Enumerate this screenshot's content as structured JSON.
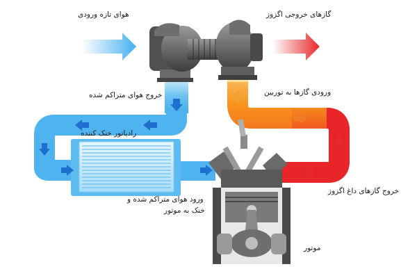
{
  "labels": {
    "fresh_air_intake": "هوای تازه ورودی",
    "exhaust_out": "گازهای خروجی اگزوز",
    "compressed_air_out": "خروج هوای متراکم شده",
    "gas_to_turbine": "ورودی گازها به توربین",
    "intercooler": "رادیاتور خنک کننده",
    "hot_exhaust_out": "خروج گازهای داغ اگزوز",
    "air_inlet_line1": "ورود هوای متراکم شده و",
    "air_inlet_line2": "خنک به موتور",
    "engine": "موتور"
  },
  "colors": {
    "cold_air": "#4fb3ef",
    "cold_air_light": "#bfe6fb",
    "hot_gas": "#e8262a",
    "hot_gas_warm": "#f7941d",
    "metal_dark": "#4a4a4a",
    "metal_mid": "#7b7b7b",
    "arrow_blue": "#1f6fd1",
    "arrow_red": "#e52a2a"
  }
}
